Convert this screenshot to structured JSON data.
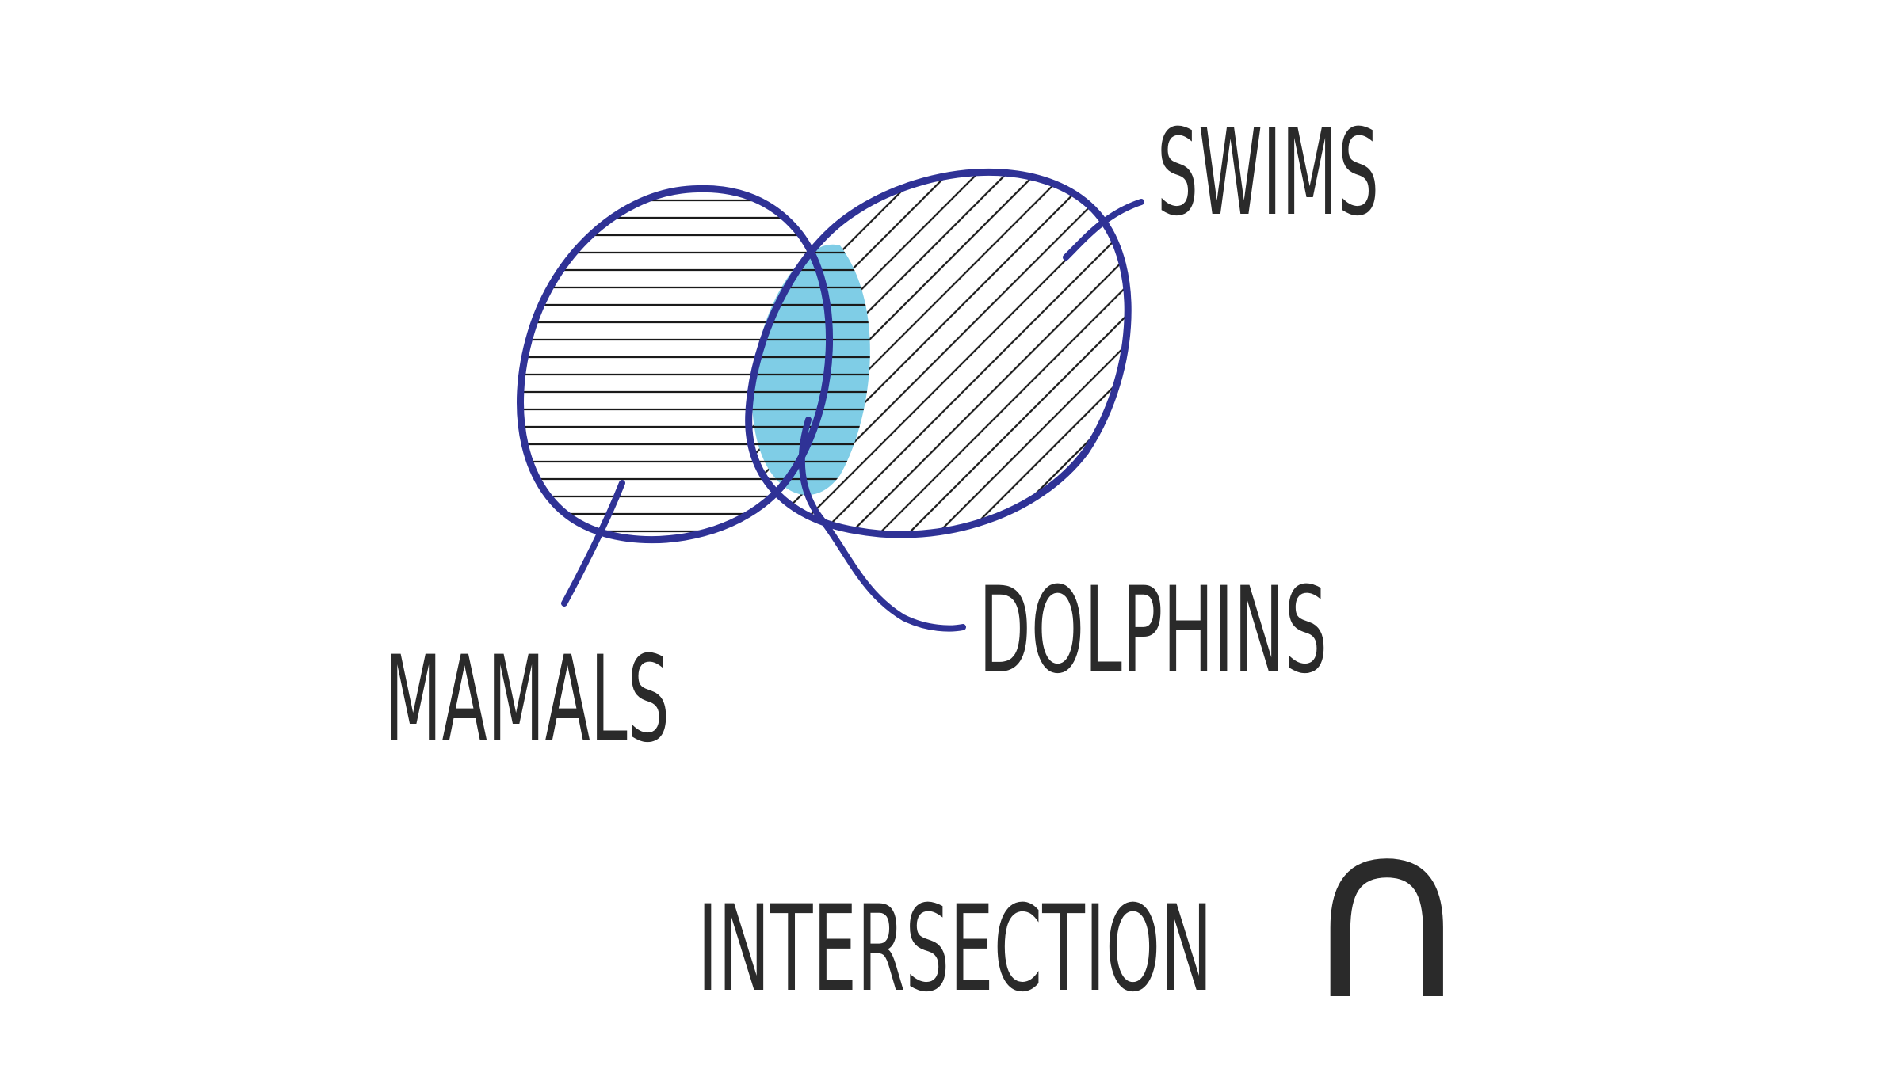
{
  "diagram": {
    "sets": [
      {
        "id": "mammals",
        "label": "MAMALS"
      },
      {
        "id": "swims",
        "label": "SWIMS"
      }
    ],
    "intersection": {
      "label": "DOLPHINS"
    },
    "caption": {
      "text": "INTERSECTION",
      "symbol": "∩"
    },
    "colors": {
      "circle_stroke": "#2f3296",
      "hatch": "#1a1a1a",
      "intersection_fill": "#7fcde6",
      "text": "#2a2a2a"
    }
  }
}
